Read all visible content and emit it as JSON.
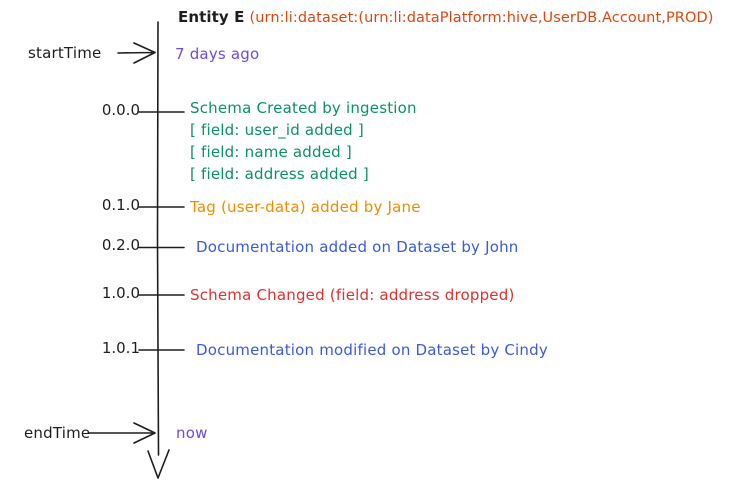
{
  "title": {
    "entity": "Entity E",
    "urn": "(urn:li:dataset:(urn:li:dataPlatform:hive,UserDB.Account,PROD)"
  },
  "axis": {
    "start_label": "startTime",
    "start_value": "7 days ago",
    "end_label": "endTime",
    "end_value": "now"
  },
  "colors": {
    "ink": "#1e1e1e",
    "urn_text": "#d9480f",
    "time_value": "#7048e8",
    "schema_created": "#099268",
    "tag_added": "#f08c00",
    "documentation": "#3b5bdb",
    "schema_changed": "#e03131"
  },
  "events": [
    {
      "version": "0.0.0",
      "color": "#099268",
      "lines": [
        "Schema Created by ingestion",
        "[ field: user_id added ]",
        "[ field: name added ]",
        "[ field: address added ]"
      ]
    },
    {
      "version": "0.1.0",
      "color": "#f08c00",
      "lines": [
        "Tag (user-data) added by Jane"
      ]
    },
    {
      "version": "0.2.0",
      "color": "#3b5bdb",
      "lines": [
        "Documentation added on Dataset by John"
      ]
    },
    {
      "version": "1.0.0",
      "color": "#e03131",
      "lines": [
        "Schema Changed (field: address dropped)"
      ]
    },
    {
      "version": "1.0.1",
      "color": "#3b5bdb",
      "lines": [
        "Documentation modified on Dataset by Cindy"
      ]
    }
  ]
}
